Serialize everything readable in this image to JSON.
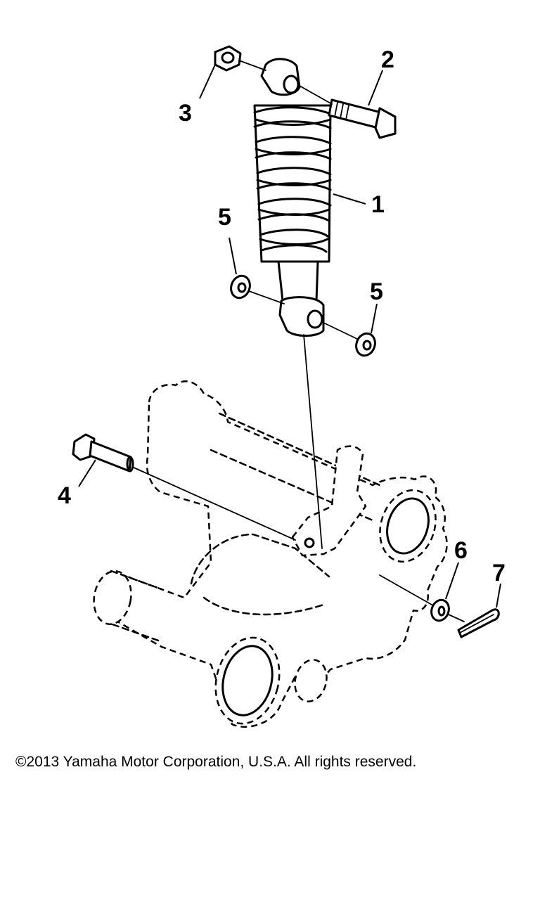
{
  "callouts": {
    "c1": "1",
    "c2": "2",
    "c3": "3",
    "c4": "4",
    "c5a": "5",
    "c5b": "5",
    "c6": "6",
    "c7": "7"
  },
  "copyright": "©2013 Yamaha Motor Corporation, U.S.A. All rights reserved."
}
